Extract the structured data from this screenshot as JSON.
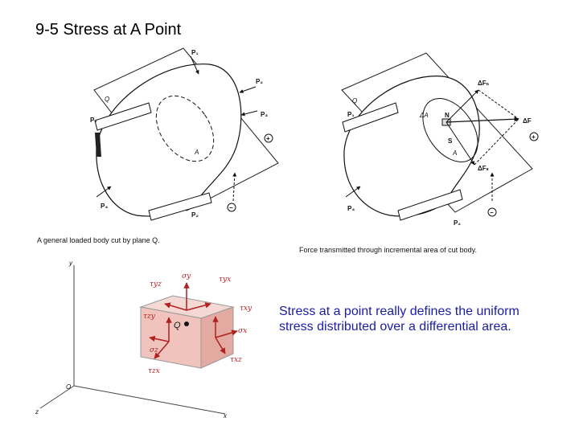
{
  "title": "9-5 Stress at A Point",
  "left_figure": {
    "caption": "A general loaded body cut by plane Q.",
    "labels": {
      "Q": "Q",
      "P1": "P₁",
      "P2": "P₂",
      "P3": "P₃",
      "P4": "P₄",
      "A": "A",
      "plus": "+",
      "minus": "−"
    }
  },
  "right_figure": {
    "caption": "Force transmitted through incremental area of cut body.",
    "labels": {
      "Q": "Q",
      "P1": "P₁",
      "P2": "P₂",
      "P4": "P₄",
      "dA": "ΔA",
      "N": "N",
      "S": "S",
      "A": "A",
      "dFn": "ΔFₙ",
      "dF": "ΔF",
      "dFs": "ΔFₛ",
      "plus": "+",
      "minus": "−"
    }
  },
  "element_figure": {
    "axis_x": "x",
    "axis_y": "y",
    "axis_z": "z",
    "origin": "O",
    "point": "Q",
    "sym": {
      "sigma_y": "σy",
      "tau_yz": "τyz",
      "tau_yx": "τyx",
      "tau_xy": "τxy",
      "tau_zy": "τzy",
      "sigma_x": "σx",
      "sigma_z": "σz",
      "tau_xz": "τxz",
      "tau_zx": "τzx"
    }
  },
  "note": "Stress at a point really defines the uniform stress distributed over a differential area."
}
